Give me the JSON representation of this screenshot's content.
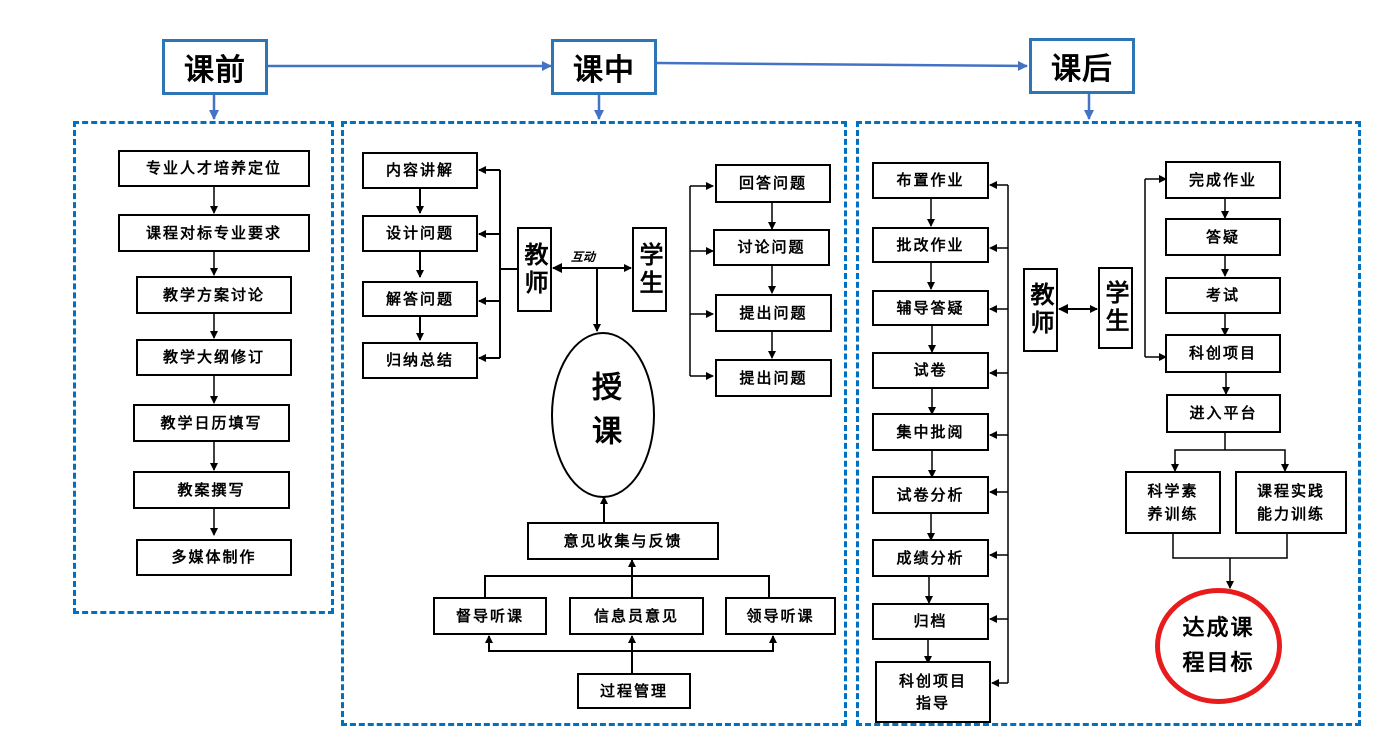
{
  "phases": {
    "pre": "课前",
    "during": "课中",
    "post": "课后"
  },
  "pre_class": {
    "steps": [
      "专业人才培养定位",
      "课程对标专业要求",
      "教学方案讨论",
      "教学大纲修订",
      "教学日历填写",
      "教案撰写",
      "多媒体制作"
    ]
  },
  "in_class": {
    "teacher_steps": [
      "内容讲解",
      "设计问题",
      "解答问题",
      "归纳总结"
    ],
    "teacher": "教师",
    "student": "学生",
    "interaction": "互动",
    "student_steps": [
      "回答问题",
      "讨论问题",
      "提出问题",
      "提出问题"
    ],
    "teaching": "授课",
    "feedback": "意见收集与反馈",
    "sources": [
      "督导听课",
      "信息员意见",
      "领导听课"
    ],
    "process_management": "过程管理"
  },
  "post_class": {
    "teacher_steps": [
      "布置作业",
      "批改作业",
      "辅导答疑",
      "试卷",
      "集中批阅",
      "试卷分析",
      "成绩分析",
      "归档",
      "科创项目指导"
    ],
    "teacher": "教师",
    "student": "学生",
    "student_steps": [
      "完成作业",
      "答疑",
      "考试",
      "科创项目"
    ],
    "platform": "进入平台",
    "training": [
      "科学素养训练",
      "课程实践能力训练"
    ],
    "training_lines": [
      [
        "科学素",
        "养训练"
      ],
      [
        "课程实践",
        "能力训练"
      ]
    ],
    "goal_lines": [
      "达成课",
      "程目标"
    ]
  },
  "colors": {
    "phase_border": "#2e75b6",
    "panel_border": "#0070c0",
    "goal_border": "#e81c1c"
  }
}
